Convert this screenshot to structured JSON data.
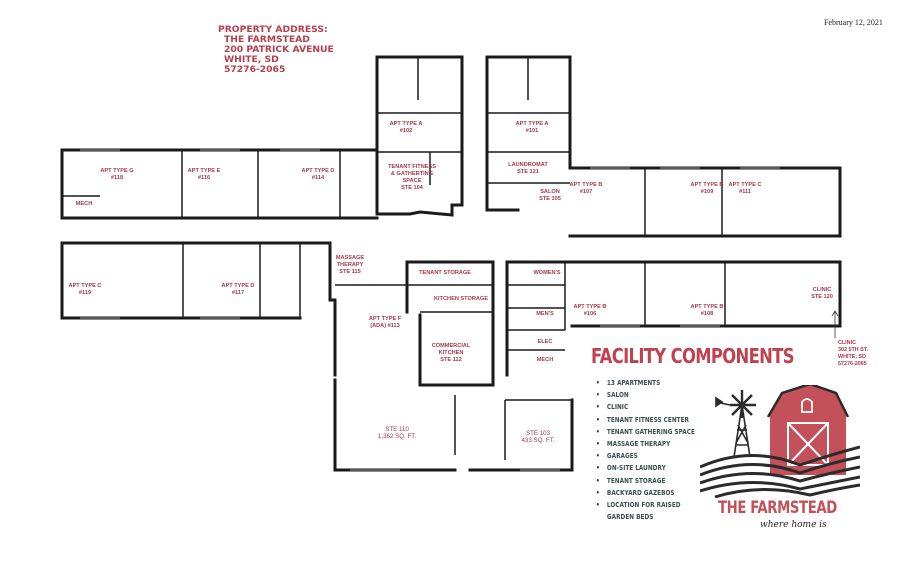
{
  "header": {
    "date": "February 12, 2021",
    "property_address": {
      "label": "PROPERTY ADDRESS:",
      "name": "THE FARMSTEAD",
      "street": "200 PATRICK AVENUE",
      "city": "WHITE, SD",
      "zip": "57276-2065"
    }
  },
  "floor_plan": {
    "rooms": [
      {
        "id": "apt118",
        "line1": "APT TYPE G",
        "line2": "#118"
      },
      {
        "id": "mech_w",
        "line1": "MECH"
      },
      {
        "id": "apt116",
        "line1": "APT TYPE E",
        "line2": "#116"
      },
      {
        "id": "apt114",
        "line1": "APT TYPE D",
        "line2": "#114"
      },
      {
        "id": "apt102",
        "line1": "APT TYPE A",
        "line2": "#102"
      },
      {
        "id": "ste104",
        "line1": "TENANT FITNESS",
        "line2": "& GATHERTING",
        "line3": "SPACE",
        "line4": "STE 104"
      },
      {
        "id": "apt101",
        "line1": "APT TYPE A",
        "line2": "#101"
      },
      {
        "id": "ste121",
        "line1": "LAUNDROMAT",
        "line2": "STE 121"
      },
      {
        "id": "ste105",
        "line1": "SALON",
        "line2": "STE 105"
      },
      {
        "id": "apt107",
        "line1": "APT TYPE B",
        "line2": "#107"
      },
      {
        "id": "apt109",
        "line1": "APT TYPE B",
        "line2": "#109"
      },
      {
        "id": "apt111",
        "line1": "APT TYPE C",
        "line2": "#111"
      },
      {
        "id": "apt119",
        "line1": "APT TYPE C",
        "line2": "#119"
      },
      {
        "id": "apt117",
        "line1": "APT TYPE D",
        "line2": "#117"
      },
      {
        "id": "ste115",
        "line1": "MASSAGE",
        "line2": "THERAPY",
        "line3": "STE 115"
      },
      {
        "id": "apt113",
        "line1": "APT TYPE F",
        "line2": "(ADA) #113"
      },
      {
        "id": "tenant_storage",
        "line1": "TENANT STORAGE"
      },
      {
        "id": "kitchen_storage",
        "line1": "KITCHEN STORAGE"
      },
      {
        "id": "ste112",
        "line1": "COMMERCIAL",
        "line2": "KITCHEN",
        "line3": "STE 112"
      },
      {
        "id": "womens",
        "line1": "WOMEN'S"
      },
      {
        "id": "mens",
        "line1": "MEN'S"
      },
      {
        "id": "elec",
        "line1": "ELEC"
      },
      {
        "id": "mech_c",
        "line1": "MECH"
      },
      {
        "id": "apt106",
        "line1": "APT TYPE B",
        "line2": "#106"
      },
      {
        "id": "apt108",
        "line1": "APT TYPE B",
        "line2": "#108"
      },
      {
        "id": "ste120",
        "line1": "CLINIC",
        "line2": "STE 120"
      },
      {
        "id": "ste110",
        "line1": "STE 110",
        "line2": "1,362 SQ. FT."
      },
      {
        "id": "ste103",
        "line1": "STE 103",
        "line2": "433 SQ. FT."
      }
    ],
    "clinic_address": {
      "line1": "CLINIC",
      "line2": "302 5TH ST.",
      "line3": "WHITE, SD",
      "line4": "57276-2065"
    }
  },
  "facility_components": {
    "title": "FACILITY COMPONENTS",
    "items": [
      "13 APARTMENTS",
      "SALON",
      "CLINIC",
      "TENANT FITNESS CENTER",
      "TENANT GATHERING SPACE",
      "MASSAGE THERAPY",
      "GARAGES",
      "ON-SITE LAUNDRY",
      "TENANT STORAGE",
      "BACKYARD GAZEBOS",
      "LOCATION FOR RAISED",
      "GARDEN BEDS"
    ]
  },
  "logo": {
    "name": "THE FARMSTEAD",
    "tagline": "where home is",
    "icons": [
      "windmill-icon",
      "barn-icon",
      "field-rows-icon"
    ],
    "colors": {
      "barn": "#c4505a",
      "lines": "#2b2b2b"
    }
  },
  "colors": {
    "label_red": "#a8384a",
    "title_red": "#c0424f",
    "list_text": "#3d4f4f",
    "wall": "#1a1a1a"
  }
}
